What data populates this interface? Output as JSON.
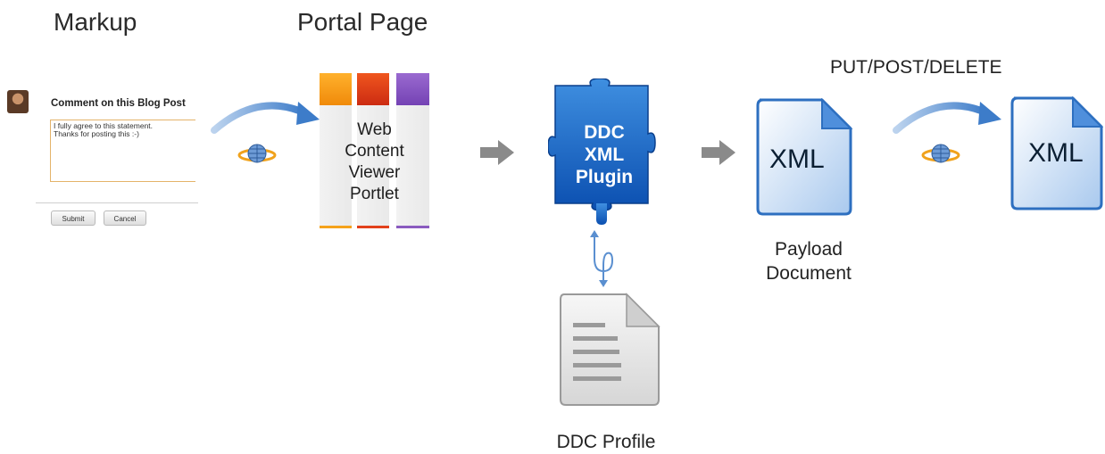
{
  "headings": {
    "markup": "Markup",
    "portal_page": "Portal Page",
    "methods": "PUT/POST/DELETE"
  },
  "comment_form": {
    "title": "Comment on this Blog Post",
    "text_line1": "I fully agree to this statement.",
    "text_line2": "Thanks for posting this :-)",
    "submit": "Submit",
    "cancel": "Cancel"
  },
  "portlet": {
    "lines": [
      "Web",
      "Content",
      "Viewer",
      "Portlet"
    ],
    "column_colors": [
      "#f5a21b",
      "#e2401b",
      "#8a5bbf"
    ]
  },
  "plugin": {
    "lines": [
      "DDC",
      "XML",
      "Plugin"
    ]
  },
  "payload": {
    "doc_text": "XML",
    "label_line1": "Payload",
    "label_line2": "Document"
  },
  "target": {
    "doc_text": "XML"
  },
  "profile": {
    "label": "DDC Profile"
  },
  "icons": [
    "avatar",
    "globe-icon",
    "curved-arrow-icon",
    "gray-arrow-icon",
    "puzzle-icon",
    "xml-document-icon",
    "text-document-icon"
  ]
}
